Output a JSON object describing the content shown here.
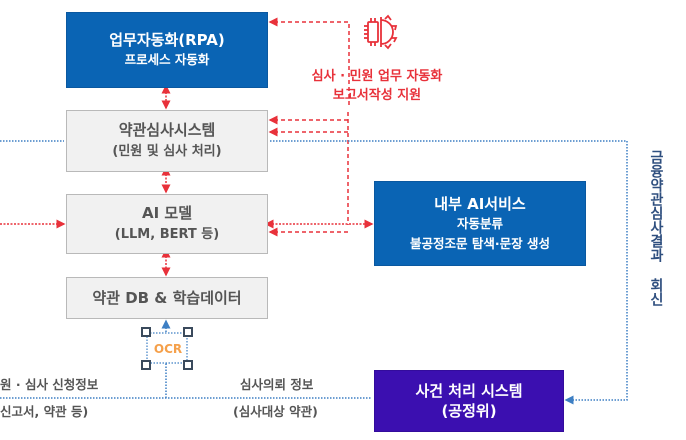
{
  "boxes": {
    "rpa": {
      "title": "업무자동화(RPA)",
      "subtitle": "프로세스 자동화"
    },
    "review_system": {
      "title": "약관심사시스템",
      "subtitle": "(민원 및 심사 처리)"
    },
    "ai_model": {
      "title": "AI 모델",
      "subtitle": "(LLM, BERT 등)"
    },
    "db": {
      "title": "약관 DB & 학습데이터"
    },
    "internal_ai": {
      "title": "내부 AI서비스",
      "line2": "자동분류",
      "line3": "불공정조문 탐색·문장 생성"
    },
    "case_system": {
      "title": "사건 처리 시스템",
      "subtitle": "(공정위)"
    }
  },
  "annotations": {
    "automation_support": {
      "line1": "심사 · 민원 업무 자동화",
      "line2": "보고서작성 지원"
    },
    "ocr": "OCR",
    "left_info": {
      "line1": "원 · 심사 신청정보",
      "line2": "신고서, 약관 등)"
    },
    "request_info": {
      "line1": "심사의뢰 정보",
      "line2": "(심사대상 약관)"
    },
    "result_return": "금융약관심사결과 회신"
  },
  "icons": {
    "automation": "chip-gear-icon",
    "ocr": "scan-frame-icon"
  },
  "colors": {
    "blue_box": "#0a64b4",
    "purple_box": "#3b0fb0",
    "red_flow": "#e8313a",
    "blue_flow": "#3d7fc4",
    "gray_box": "#f1f1f1"
  }
}
